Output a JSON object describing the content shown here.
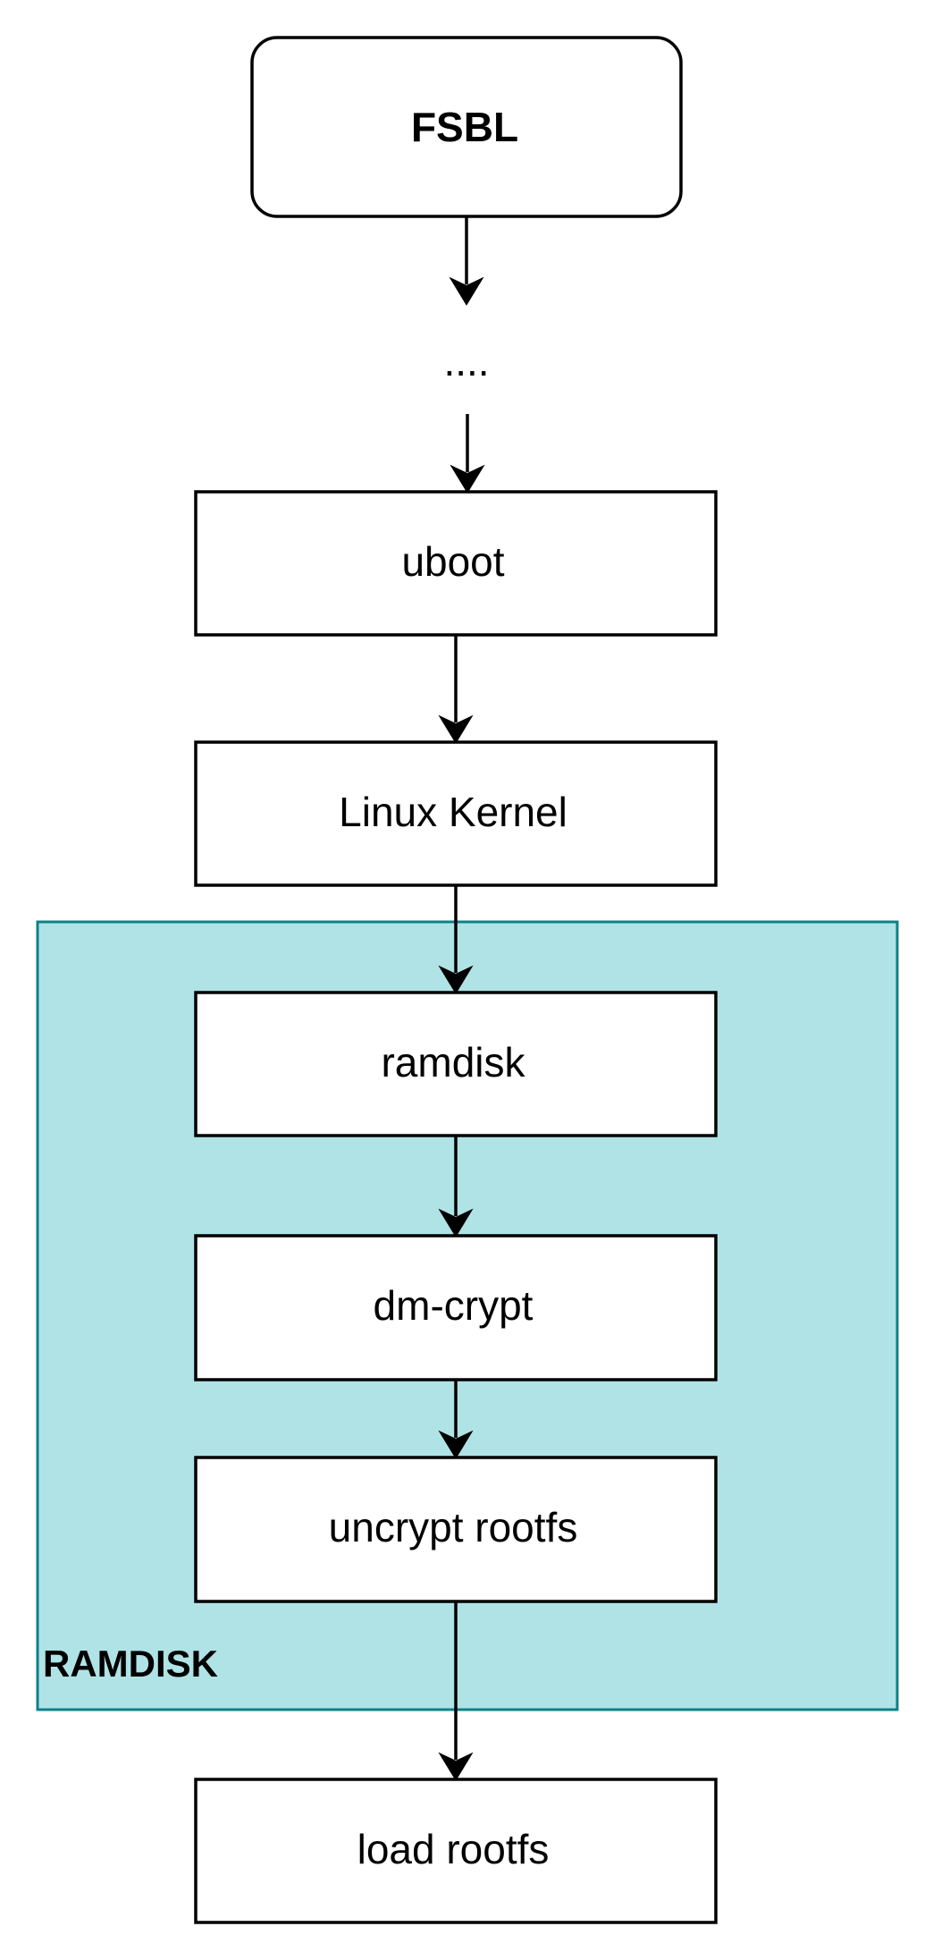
{
  "diagram": {
    "group": {
      "label": "RAMDISK",
      "fill": "#b0e3e6",
      "stroke": "#0e8088"
    },
    "nodes": {
      "fsbl": "FSBL",
      "ellipsis": "....",
      "uboot": "uboot",
      "linux_kernel": "Linux Kernel",
      "ramdisk": "ramdisk",
      "dm_crypt": "dm-crypt",
      "uncrypt_rootfs": "uncrypt rootfs",
      "load_rootfs": "load rootfs"
    },
    "edges": [
      {
        "from": "FSBL",
        "to": "...."
      },
      {
        "from": "....",
        "to": "uboot"
      },
      {
        "from": "uboot",
        "to": "Linux Kernel"
      },
      {
        "from": "Linux Kernel",
        "to": "ramdisk"
      },
      {
        "from": "ramdisk",
        "to": "dm-crypt"
      },
      {
        "from": "dm-crypt",
        "to": "uncrypt rootfs"
      },
      {
        "from": "uncrypt rootfs",
        "to": "load rootfs"
      }
    ]
  }
}
